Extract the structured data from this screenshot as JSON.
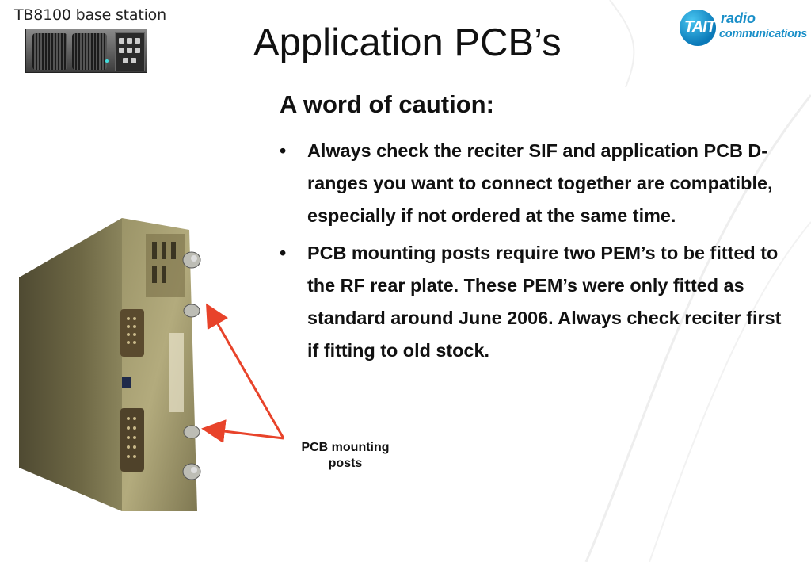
{
  "header": {
    "product_label": "TB8100 base station",
    "logo": {
      "mark_text": "TAIT",
      "line1": "radio",
      "line2": "communications",
      "brand_color": "#1a8fc8"
    }
  },
  "slide": {
    "title": "Application PCB’s",
    "subheading": "A word of caution:",
    "bullets": [
      {
        "marker": "•",
        "text": "Always check the reciter SIF and application PCB D-ranges you want to connect together are compatible, especially if not ordered at the same time."
      },
      {
        "marker": "•",
        "text": "PCB mounting posts require two PEM’s to be fitted to the RF rear plate. These PEM’s were only fitted as standard around June 2006. Always check reciter first if fitting to old stock."
      }
    ]
  },
  "figure": {
    "caption_line1": "PCB mounting",
    "caption_line2": "posts",
    "arrow_color": "#e8432a"
  }
}
